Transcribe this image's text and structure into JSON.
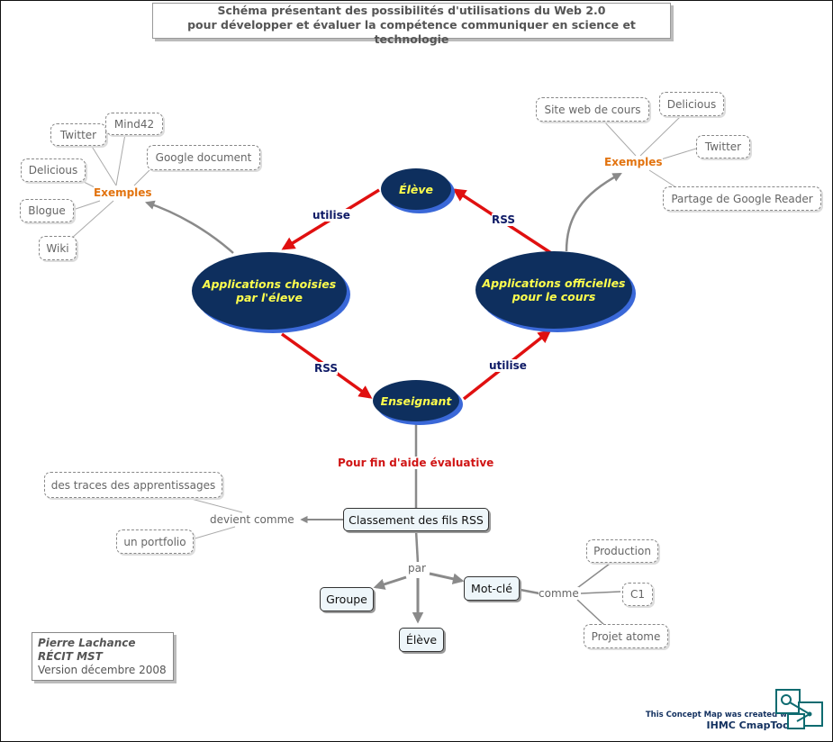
{
  "title": {
    "line1": "Schéma présentant des possibilités d'utilisations du Web 2.0",
    "line2": "pour développer et évaluer la compétence communiquer en science et technologie"
  },
  "concepts": {
    "eleve_top": "Élève",
    "applications_choisies": [
      "Applications choisies",
      "par l'éleve"
    ],
    "applications_officielles": [
      "Applications officielles",
      "pour le cours"
    ],
    "enseignant": "Enseignant",
    "classement": "Classement des fils RSS",
    "groupe": "Groupe",
    "eleve_bottom": "Élève",
    "mot_cle": "Mot-clé"
  },
  "link_labels": {
    "exemples_left": "Exemples",
    "exemples_right": "Exemples",
    "utilise_top": "utilise",
    "rss_top": "RSS",
    "rss_bottom": "RSS",
    "utilise_bottom": "utilise",
    "pour_fin": "Pour fin d'aide évaluative",
    "devient_comme": "devient comme",
    "par": "par",
    "comme": "comme"
  },
  "examples_left": [
    "Twitter",
    "Mind42",
    "Google document",
    "Delicious",
    "Blogue",
    "Wiki"
  ],
  "examples_right": [
    "Site web de cours",
    "Delicious",
    "Twitter",
    "Partage de Google Reader"
  ],
  "devient_items": [
    "des traces des apprentissages",
    "un portfolio"
  ],
  "comme_items": [
    "Production",
    "C1",
    "Projet atome"
  ],
  "author": {
    "name": "Pierre Lachance",
    "org": "RÉCIT MST",
    "version": "Version décembre 2008"
  },
  "credit": {
    "line1": "This Concept Map was created with",
    "line2": "IHMC CmapTools"
  },
  "colors": {
    "ellipse_fill": "#0e2f5e",
    "ellipse_text": "#ffff4d",
    "ellipse_shadow": "#3a68d8",
    "arrow_red": "#e01010",
    "link_grey": "#888888",
    "exemples_orange": "#e2730f",
    "navy_label": "#0e1a66"
  }
}
